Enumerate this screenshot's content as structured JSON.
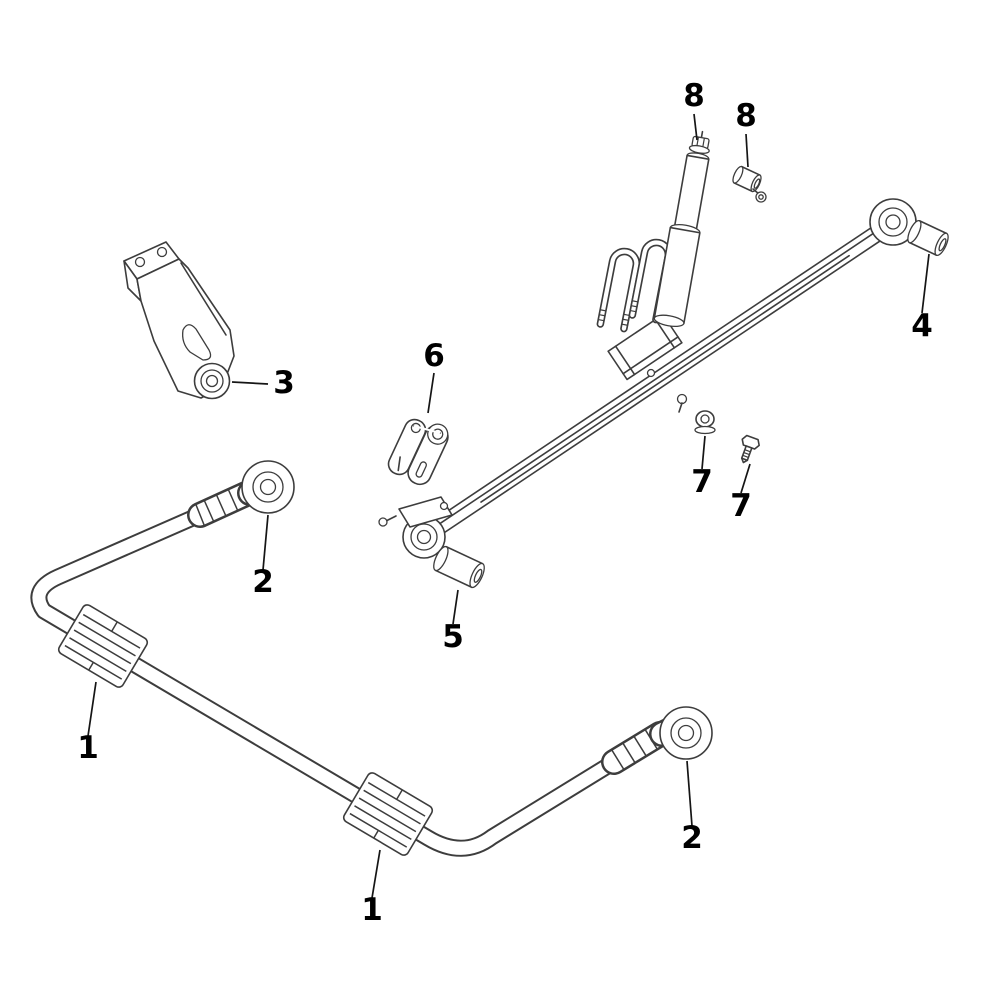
{
  "page": {
    "background": "#ffffff"
  },
  "diagram": {
    "line_color": "#3d3d3d",
    "label_color": "#000000",
    "labels": {
      "n1a": "1",
      "n1b": "1",
      "n2a": "2",
      "n2b": "2",
      "n3": "3",
      "n4": "4",
      "n5": "5",
      "n6": "6",
      "n7a": "7",
      "n7b": "7",
      "n8a": "8",
      "n8b": "8"
    }
  }
}
